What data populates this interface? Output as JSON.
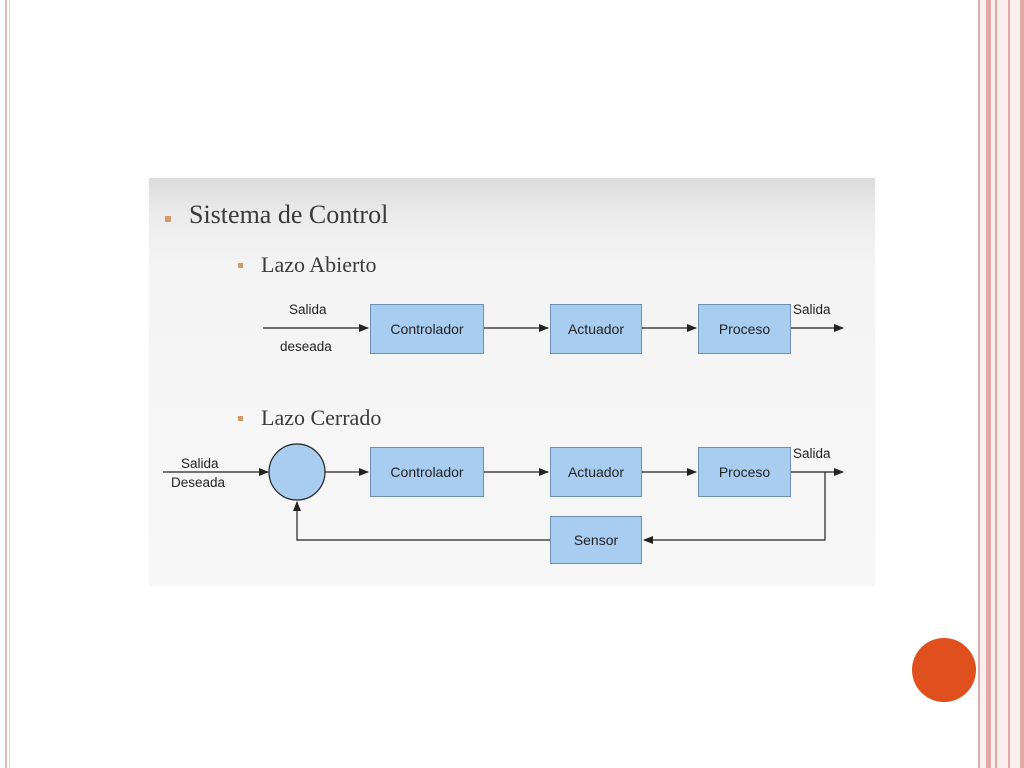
{
  "slide": {
    "heading": "Sistema de Control",
    "open_loop": {
      "heading": "Lazo Abierto",
      "input_label_line1": "Salida",
      "input_label_line2": "deseada",
      "blocks": [
        "Controlador",
        "Actuador",
        "Proceso"
      ],
      "output_label": "Salida"
    },
    "closed_loop": {
      "heading": "Lazo Cerrado",
      "input_label_line1": "Salida",
      "input_label_line2": "Deseada",
      "blocks": [
        "Controlador",
        "Actuador",
        "Proceso"
      ],
      "output_label": "Salida",
      "feedback_block": "Sensor"
    }
  },
  "colors": {
    "block_fill": "#a9cdf1",
    "accent_dot": "#e0501e",
    "frame": "#e5b7b4"
  }
}
